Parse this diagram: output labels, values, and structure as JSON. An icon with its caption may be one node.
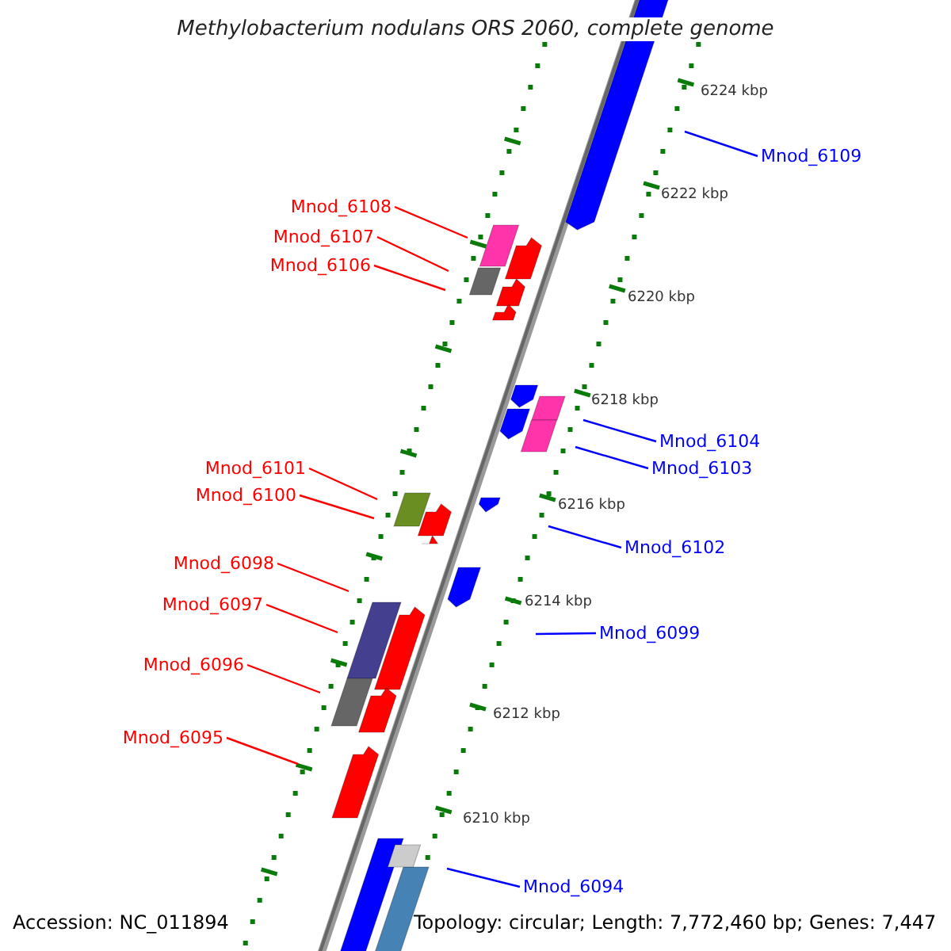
{
  "diagram": {
    "title": "Methylobacterium nodulans ORS 2060, complete genome",
    "nodes": [
      {
        "text": [
          "Mnod_6109"
        ]
      },
      {
        "text": [
          "Mnod_6108"
        ]
      },
      {
        "text": [
          "Mnod_6107"
        ]
      },
      {
        "text": [
          "Mnod_6106"
        ]
      },
      {
        "text": [
          "Mnod_6104"
        ]
      },
      {
        "text": [
          "Mnod_6103"
        ]
      },
      {
        "text": [
          "Mnod_6101"
        ]
      },
      {
        "text": [
          "Mnod_6100"
        ]
      },
      {
        "text": [
          "Mnod_6102"
        ]
      },
      {
        "text": [
          "Mnod_6098"
        ]
      },
      {
        "text": [
          "Mnod_6097"
        ]
      },
      {
        "text": [
          "Mnod_6099"
        ]
      },
      {
        "text": [
          "Mnod_6096"
        ]
      },
      {
        "text": [
          "Mnod_6095"
        ]
      },
      {
        "text": [
          "Mnod_6094"
        ]
      }
    ],
    "edges": [
      {
        "from": 0,
        "to": null,
        "arrow": "none",
        "color": "#0000ff"
      },
      {
        "from": 1,
        "to": null,
        "arrow": "none"
      },
      {
        "from": 2,
        "to": null,
        "arrow": "none"
      },
      {
        "from": 3,
        "to": null,
        "arrow": "none"
      },
      {
        "from": 4,
        "to": null,
        "arrow": "none",
        "color": "#0000ff"
      },
      {
        "from": 5,
        "to": null,
        "arrow": "none",
        "color": "#0000ff"
      },
      {
        "from": 6,
        "to": null,
        "arrow": "none"
      },
      {
        "from": 7,
        "to": null,
        "arrow": "none"
      },
      {
        "from": 8,
        "to": null,
        "arrow": "none",
        "color": "#0000ff"
      },
      {
        "from": 9,
        "to": null,
        "arrow": "none"
      },
      {
        "from": 10,
        "to": null,
        "arrow": "none"
      },
      {
        "from": 11,
        "to": null,
        "arrow": "none",
        "color": "#0000ff"
      },
      {
        "from": 12,
        "to": null,
        "arrow": "none"
      },
      {
        "from": 13,
        "to": null,
        "arrow": "none"
      },
      {
        "from": 14,
        "to": null,
        "arrow": "none",
        "color": "#0000ff"
      }
    ],
    "labels": [
      "6224 kbp",
      "6222 kbp",
      "6220 kbp",
      "6218 kbp",
      "6216 kbp",
      "6214 kbp",
      "6212 kbp",
      "6210 kbp",
      "Accession: NC_011894",
      "Topology: circular; Length: 7,772,460 bp; Genes: 7,447"
    ]
  }
}
